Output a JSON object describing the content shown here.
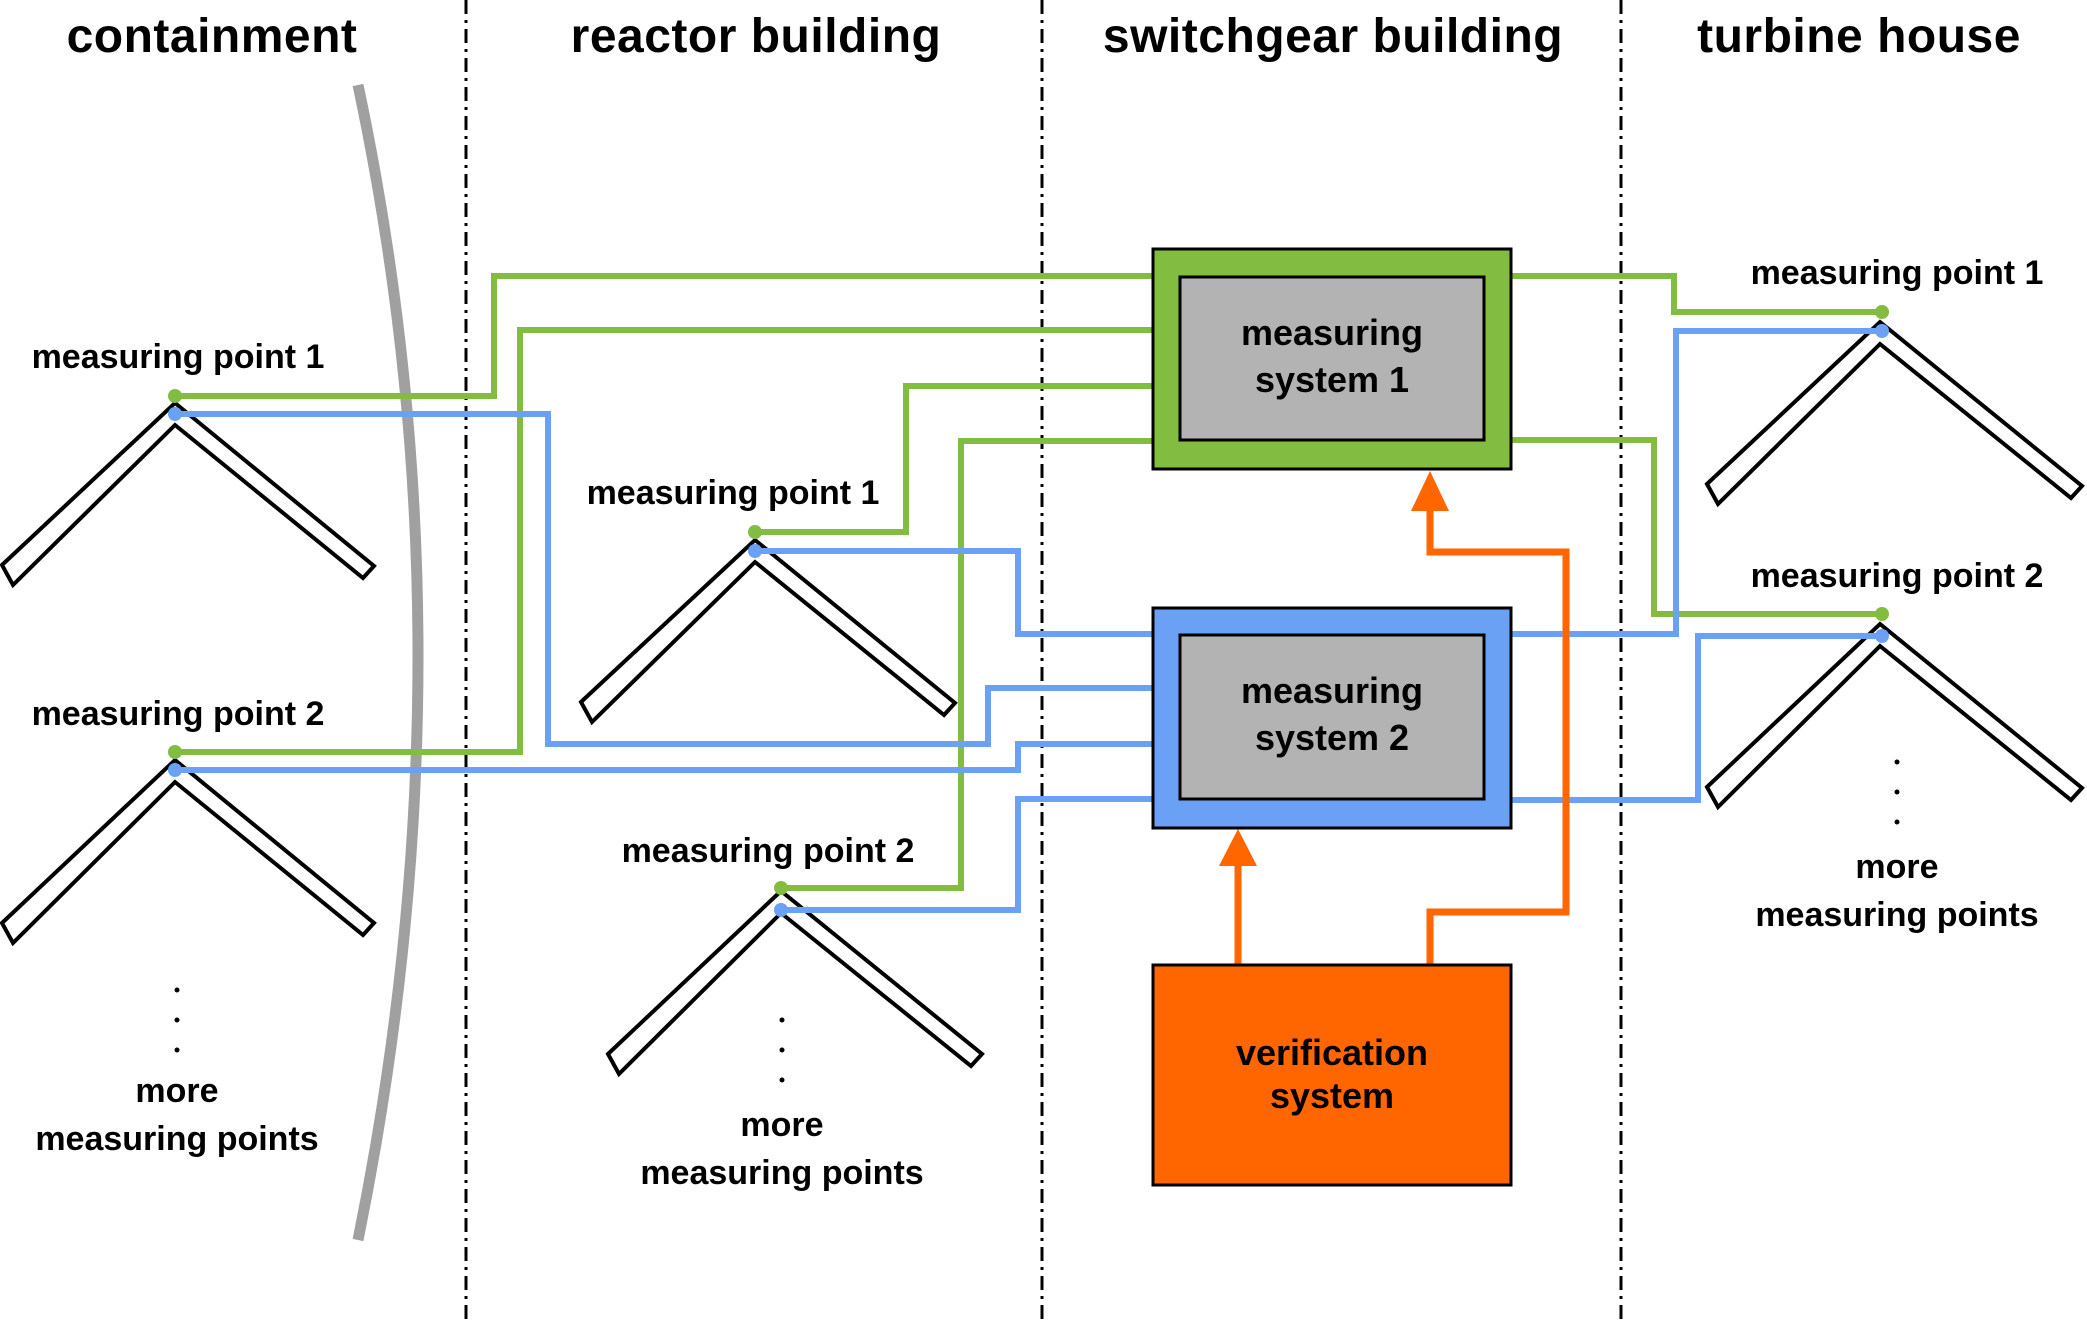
{
  "zones": [
    {
      "id": "containment",
      "title": "containment"
    },
    {
      "id": "reactor",
      "title": "reactor building"
    },
    {
      "id": "switchgear",
      "title": "switchgear building"
    },
    {
      "id": "turbine",
      "title": "turbine house"
    }
  ],
  "points": {
    "containment_1": "measuring point 1",
    "containment_2": "measuring point 2",
    "reactor_1": "measuring point 1",
    "reactor_2": "measuring point 2",
    "turbine_1": "measuring point 1",
    "turbine_2": "measuring point 2"
  },
  "more": {
    "line1": "more",
    "line2": "measuring points"
  },
  "systems": {
    "ms1": {
      "line1": "measuring",
      "line2": "system 1"
    },
    "ms2": {
      "line1": "measuring",
      "line2": "system 2"
    },
    "verification": {
      "line1": "verification",
      "line2": "system"
    }
  },
  "colors": {
    "green": "#82bc41",
    "blue": "#6ba1f4",
    "orange": "#ff6600",
    "gray_box": "#b3b3b3",
    "containment_wall": "#a0a0a0"
  }
}
